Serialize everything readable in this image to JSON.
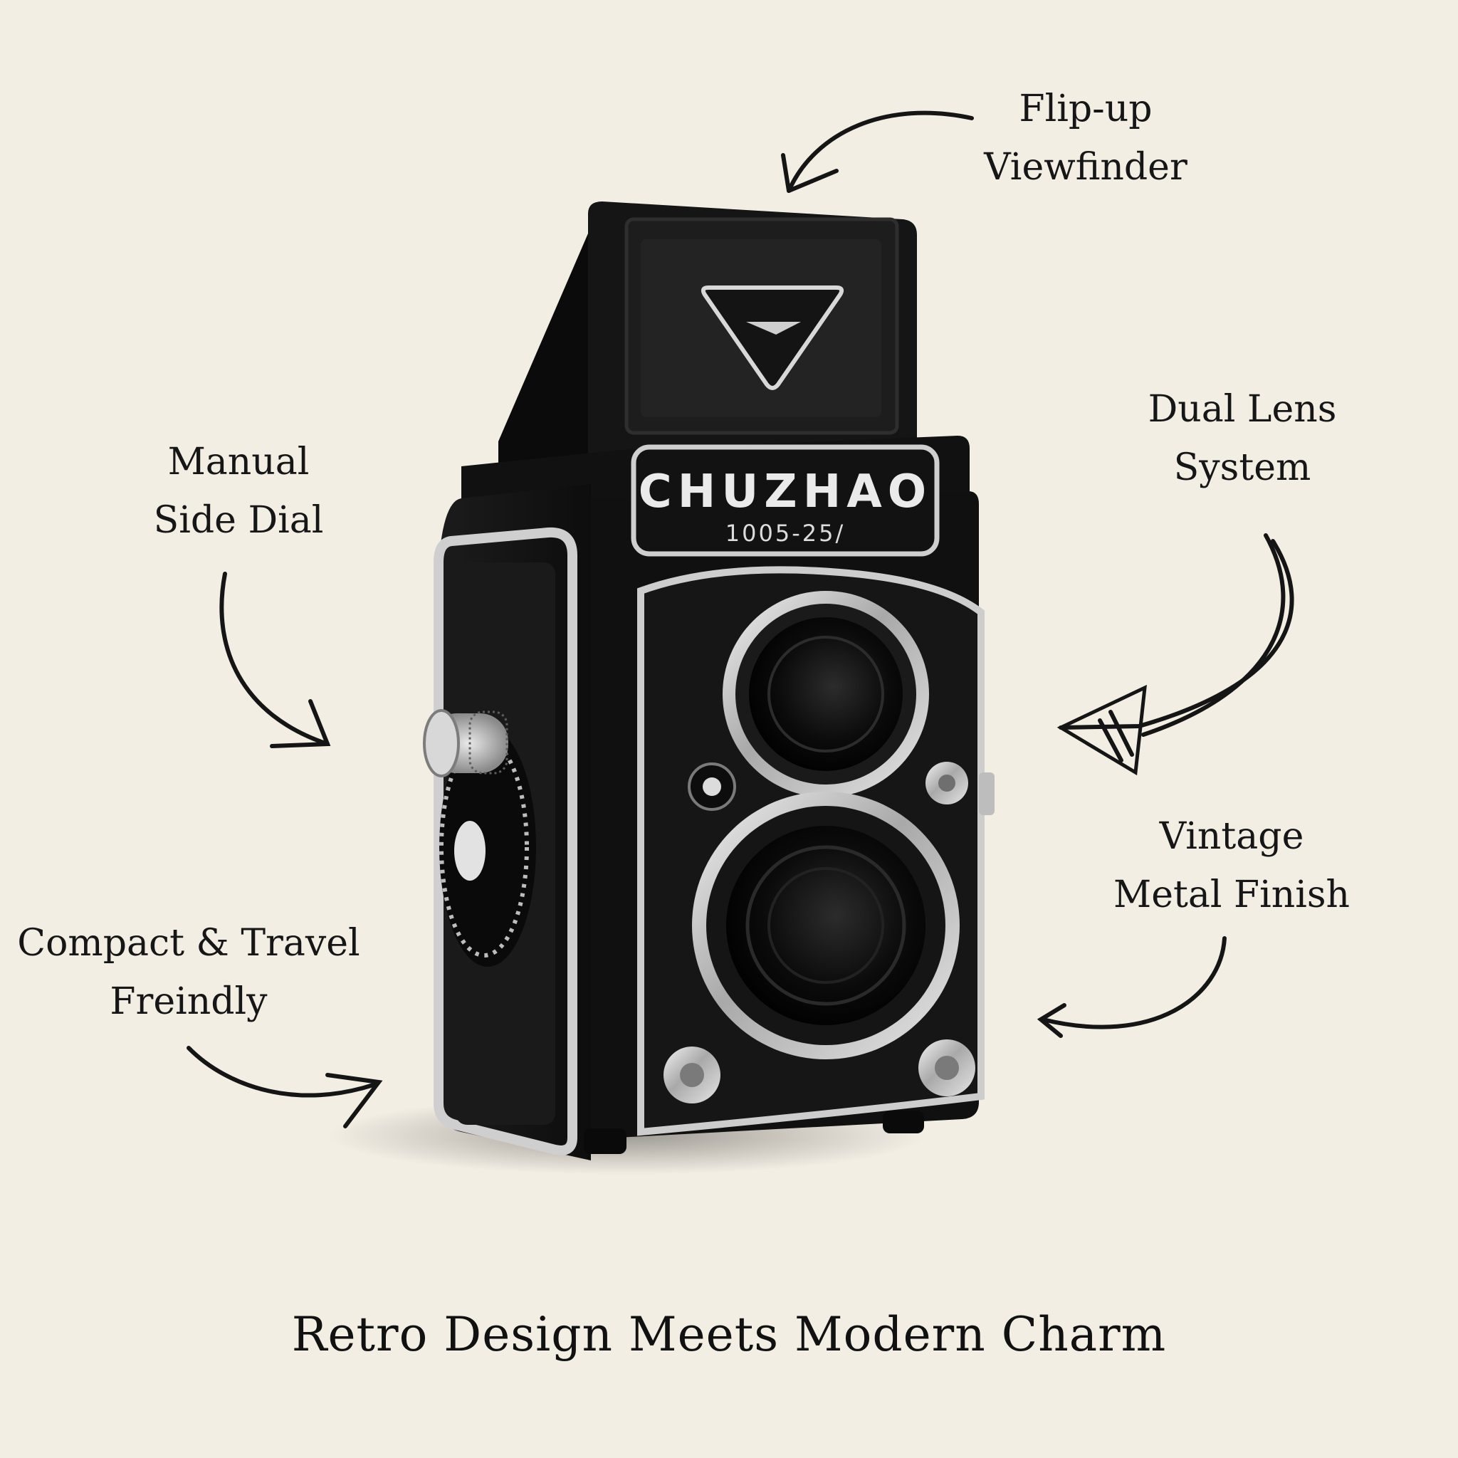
{
  "product": {
    "brand": "CHUZHAO",
    "model": "1005-25/"
  },
  "callouts": {
    "viewfinder": [
      "Flip-up",
      "Viewfinder"
    ],
    "dual_lens": [
      "Dual Lens",
      "System"
    ],
    "side_dial": [
      "Manual",
      "Side Dial"
    ],
    "metal_finish": [
      "Vintage",
      "Metal Finish"
    ],
    "compact": [
      "Compact & Travel",
      "Freindly"
    ]
  },
  "headline": "Retro Design Meets Modern Charm",
  "colors": {
    "background": "#f3eee4",
    "camera_body": "#141414",
    "chrome": "#c9c9c9",
    "ink": "#141414"
  },
  "icons": {
    "arrows": "hand-drawn-arrow-icon",
    "logo_badge": "triangle-emblem-icon"
  }
}
